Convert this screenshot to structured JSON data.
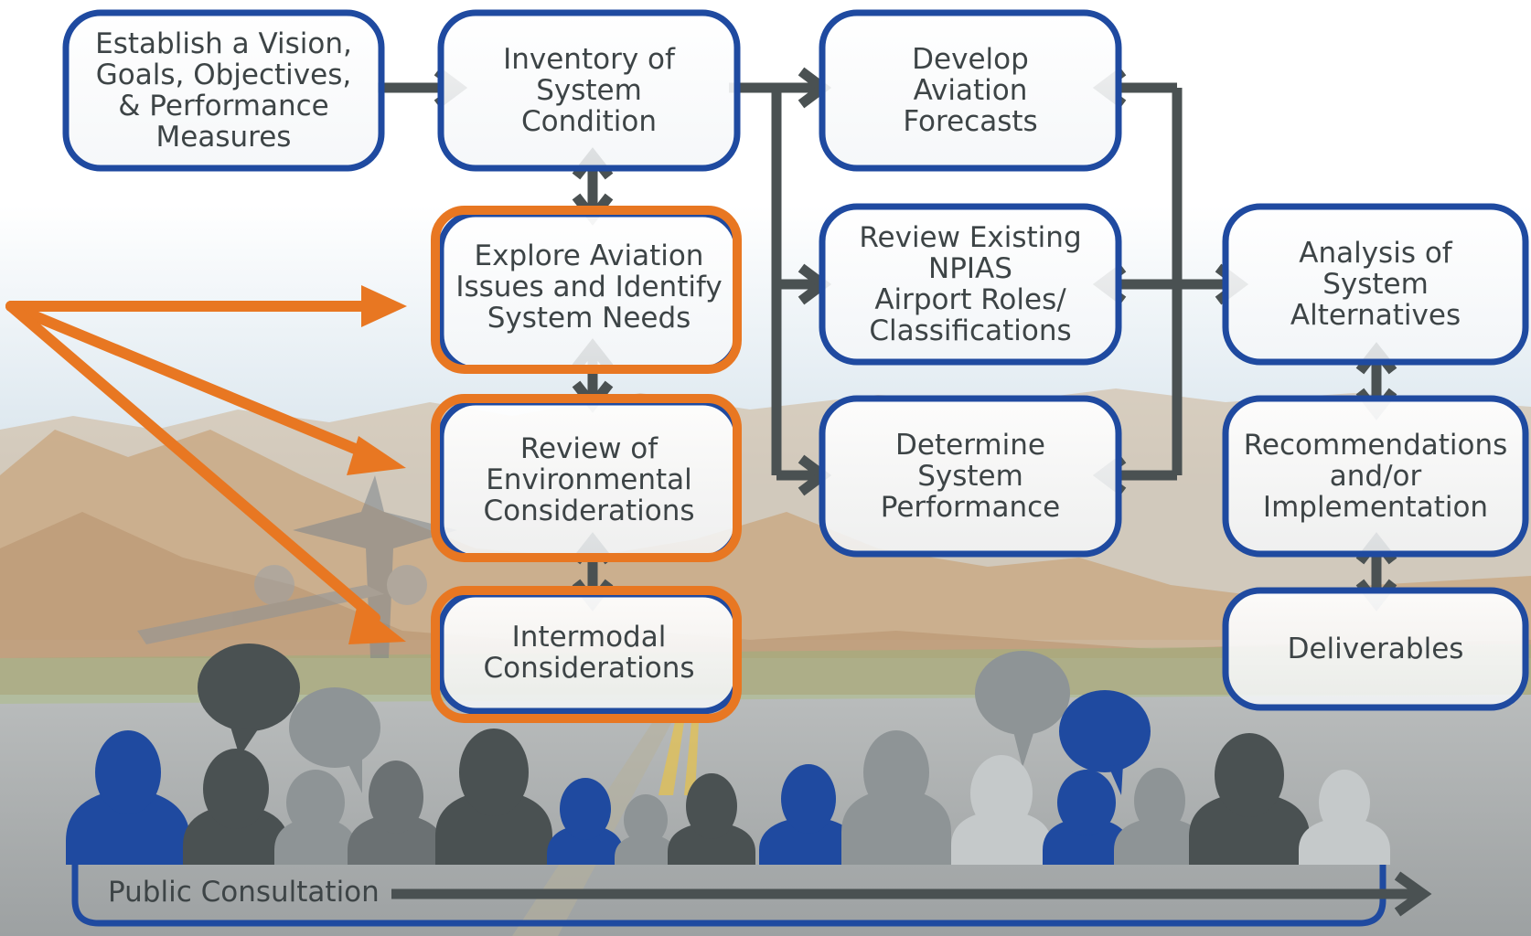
{
  "colors": {
    "blue_border": "#1f4aa0",
    "orange_border": "#e87722",
    "arrow_gray": "#4a5152",
    "text": "#3d4446",
    "sky_top": "#ffffff",
    "sky_mid": "#dbe7ef",
    "mountains": "#c9a882",
    "road": "#9fa3a4",
    "grass": "#9aa873"
  },
  "boxes": {
    "vision": {
      "label": "Establish a Vision,\nGoals, Objectives,\n& Performance\nMeasures"
    },
    "inventory": {
      "label": "Inventory of\nSystem\nCondition"
    },
    "forecasts": {
      "label": "Develop\nAviation\nForecasts"
    },
    "explore": {
      "label": "Explore Aviation\nIssues and Identify\nSystem Needs"
    },
    "npias": {
      "label": "Review Existing\nNPIAS\nAirport Roles/\nClassifications"
    },
    "alternatives": {
      "label": "Analysis of\nSystem\nAlternatives"
    },
    "environmental": {
      "label": "Review of\nEnvironmental\nConsiderations"
    },
    "performance": {
      "label": "Determine\nSystem\nPerformance"
    },
    "recommendations": {
      "label": "Recommendations\nand/or\nImplementation"
    },
    "intermodal": {
      "label": "Intermodal\nConsiderations"
    },
    "deliverables": {
      "label": "Deliverables"
    }
  },
  "public_consultation": {
    "label": "Public Consultation"
  },
  "icons": [
    "airplane-photo",
    "people-silhouettes-icon",
    "speech-bubble-icon"
  ]
}
